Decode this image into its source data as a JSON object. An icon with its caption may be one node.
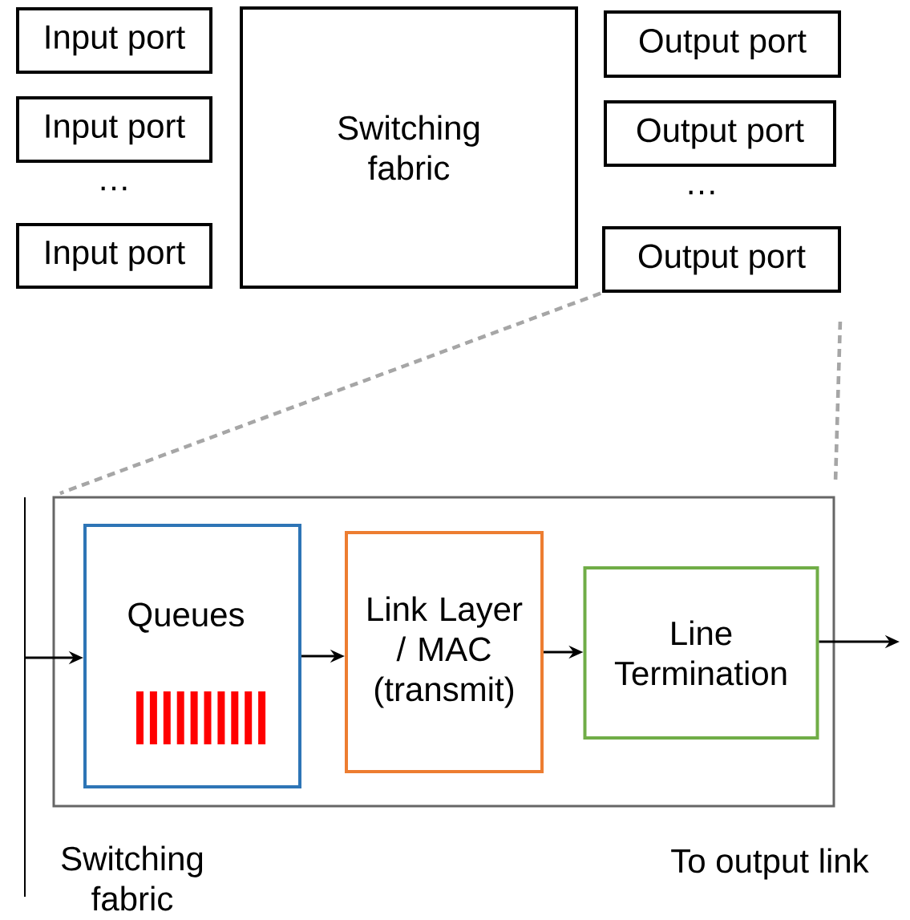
{
  "diagram": {
    "nodes": [
      {
        "text": [
          "Input port"
        ]
      },
      {
        "text": [
          "Input port"
        ]
      },
      {
        "text": [
          "Input port"
        ]
      },
      {
        "text": [
          "Switching fabric"
        ]
      },
      {
        "text": [
          "Output port"
        ]
      },
      {
        "text": [
          "Output port"
        ]
      },
      {
        "text": [
          "Output port"
        ]
      },
      {
        "text": [],
        "shape": "box"
      },
      {
        "text": [
          "Queues"
        ],
        "in": 7
      },
      {
        "text": [
          "Link Layer / MAC (transmit)"
        ],
        "in": 7
      },
      {
        "text": [
          "Line Termination"
        ],
        "in": 7
      }
    ],
    "edges": [
      {
        "from": 6,
        "to": 7,
        "arrow": "none",
        "style": "dashed",
        "color": "#a6a6a6"
      },
      {
        "from": 6,
        "to": 7,
        "arrow": "none",
        "style": "dashed",
        "color": "#a6a6a6"
      },
      {
        "from": null,
        "to": 8,
        "arrow": "to"
      },
      {
        "from": 8,
        "to": 9,
        "arrow": "to"
      },
      {
        "from": 9,
        "to": 10,
        "arrow": "to"
      },
      {
        "from": 10,
        "to": null,
        "arrow": "to"
      }
    ],
    "labels": [
      "…",
      "…",
      "Switching fabric",
      "To output link"
    ]
  }
}
